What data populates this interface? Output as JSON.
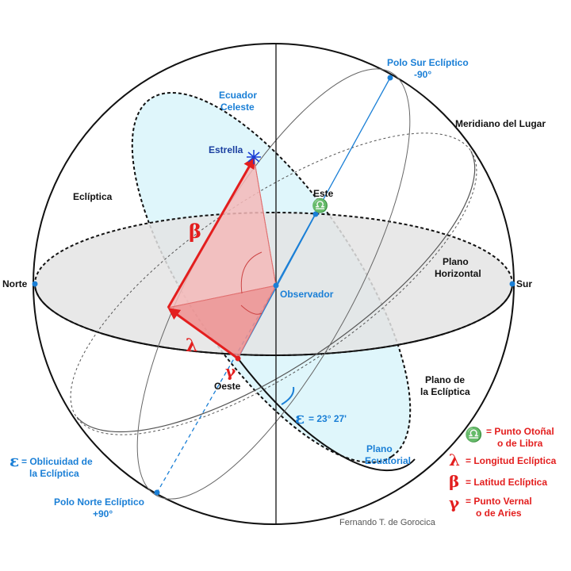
{
  "labels": {
    "polo_sur": "Polo Sur Eclíptico",
    "polo_sur_deg": "-90°",
    "meridiano": "Meridiano del Lugar",
    "ecuador_1": "Ecuador",
    "ecuador_2": "Celeste",
    "estrella": "Estrella",
    "ecliptica": "Eclíptica",
    "este": "Este",
    "norte": "Norte",
    "sur": "Sur",
    "observador": "Observador",
    "plano_horizontal_1": "Plano",
    "plano_horizontal_2": "Horizontal",
    "oeste": "Oeste",
    "plano_ecliptica_1": "Plano de",
    "plano_ecliptica_2": "la Eclíptica",
    "plano_ecuatorial_1": "Plano",
    "plano_ecuatorial_2": "Ecuatorial",
    "epsilon_value": "= 23° 27'",
    "oblicuidad_1": "= Oblicuidad de",
    "oblicuidad_2": "la Eclíptica",
    "polo_norte": "Polo Norte Eclíptico",
    "polo_norte_deg": "+90°",
    "credit": "Fernando T. de Gorocica"
  },
  "symbols": {
    "beta": "β",
    "lambda": "λ",
    "gamma": "γ",
    "epsilon": "ε",
    "libra": "♎"
  },
  "legend": {
    "libra_1": "= Punto Otoñal",
    "libra_2": "o de Libra",
    "lambda_text": "= Longitud Eclíptica",
    "beta_text": "= Latitud Eclíptica",
    "gamma_1": "= Punto Vernal",
    "gamma_2": "o de Aries"
  },
  "colors": {
    "blue": "#1a7fd6",
    "red": "#e31e1e",
    "equator_fill": "#dff6fb",
    "horizon_fill": "#e2e2e2",
    "triangle_fill": "#f5b8b8"
  }
}
